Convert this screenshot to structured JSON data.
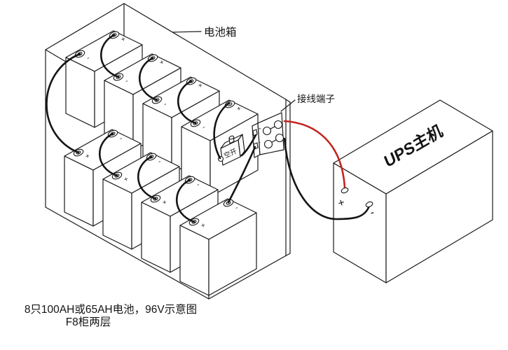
{
  "diagram": {
    "title_note": "battery wiring schematic",
    "labels": {
      "battery_box": "电池箱",
      "terminal_block": "接线端子",
      "ups_unit": "UPS主机",
      "breaker": "空开"
    },
    "captions": {
      "line1": "8只100AH或65AH电池，96V示意图",
      "line2": "F8柜两层"
    },
    "symbols": {
      "plus": "+",
      "minus": "-"
    },
    "ups_terminals": {
      "positive": "+",
      "negative": "-"
    },
    "colors": {
      "background": "#ffffff",
      "line": "#1a1a1a",
      "positive_wire": "#c42420",
      "negative_wire": "#151515"
    },
    "batteries": [
      {
        "id": 1,
        "row": 1,
        "apex_sign": "+",
        "front_sign": "-"
      },
      {
        "id": 2,
        "row": 1,
        "apex_sign": "+",
        "front_sign": "-"
      },
      {
        "id": 3,
        "row": 1,
        "apex_sign": "+",
        "front_sign": "-"
      },
      {
        "id": 4,
        "row": 1,
        "apex_sign": "+",
        "front_sign": "-"
      },
      {
        "id": 5,
        "row": 2,
        "apex_sign": "-",
        "front_sign": "+"
      },
      {
        "id": 6,
        "row": 2,
        "apex_sign": "-",
        "front_sign": "+"
      },
      {
        "id": 7,
        "row": 2,
        "apex_sign": "-",
        "front_sign": "+"
      },
      {
        "id": 8,
        "row": 2,
        "apex_sign": "-",
        "front_sign": "+"
      }
    ]
  }
}
